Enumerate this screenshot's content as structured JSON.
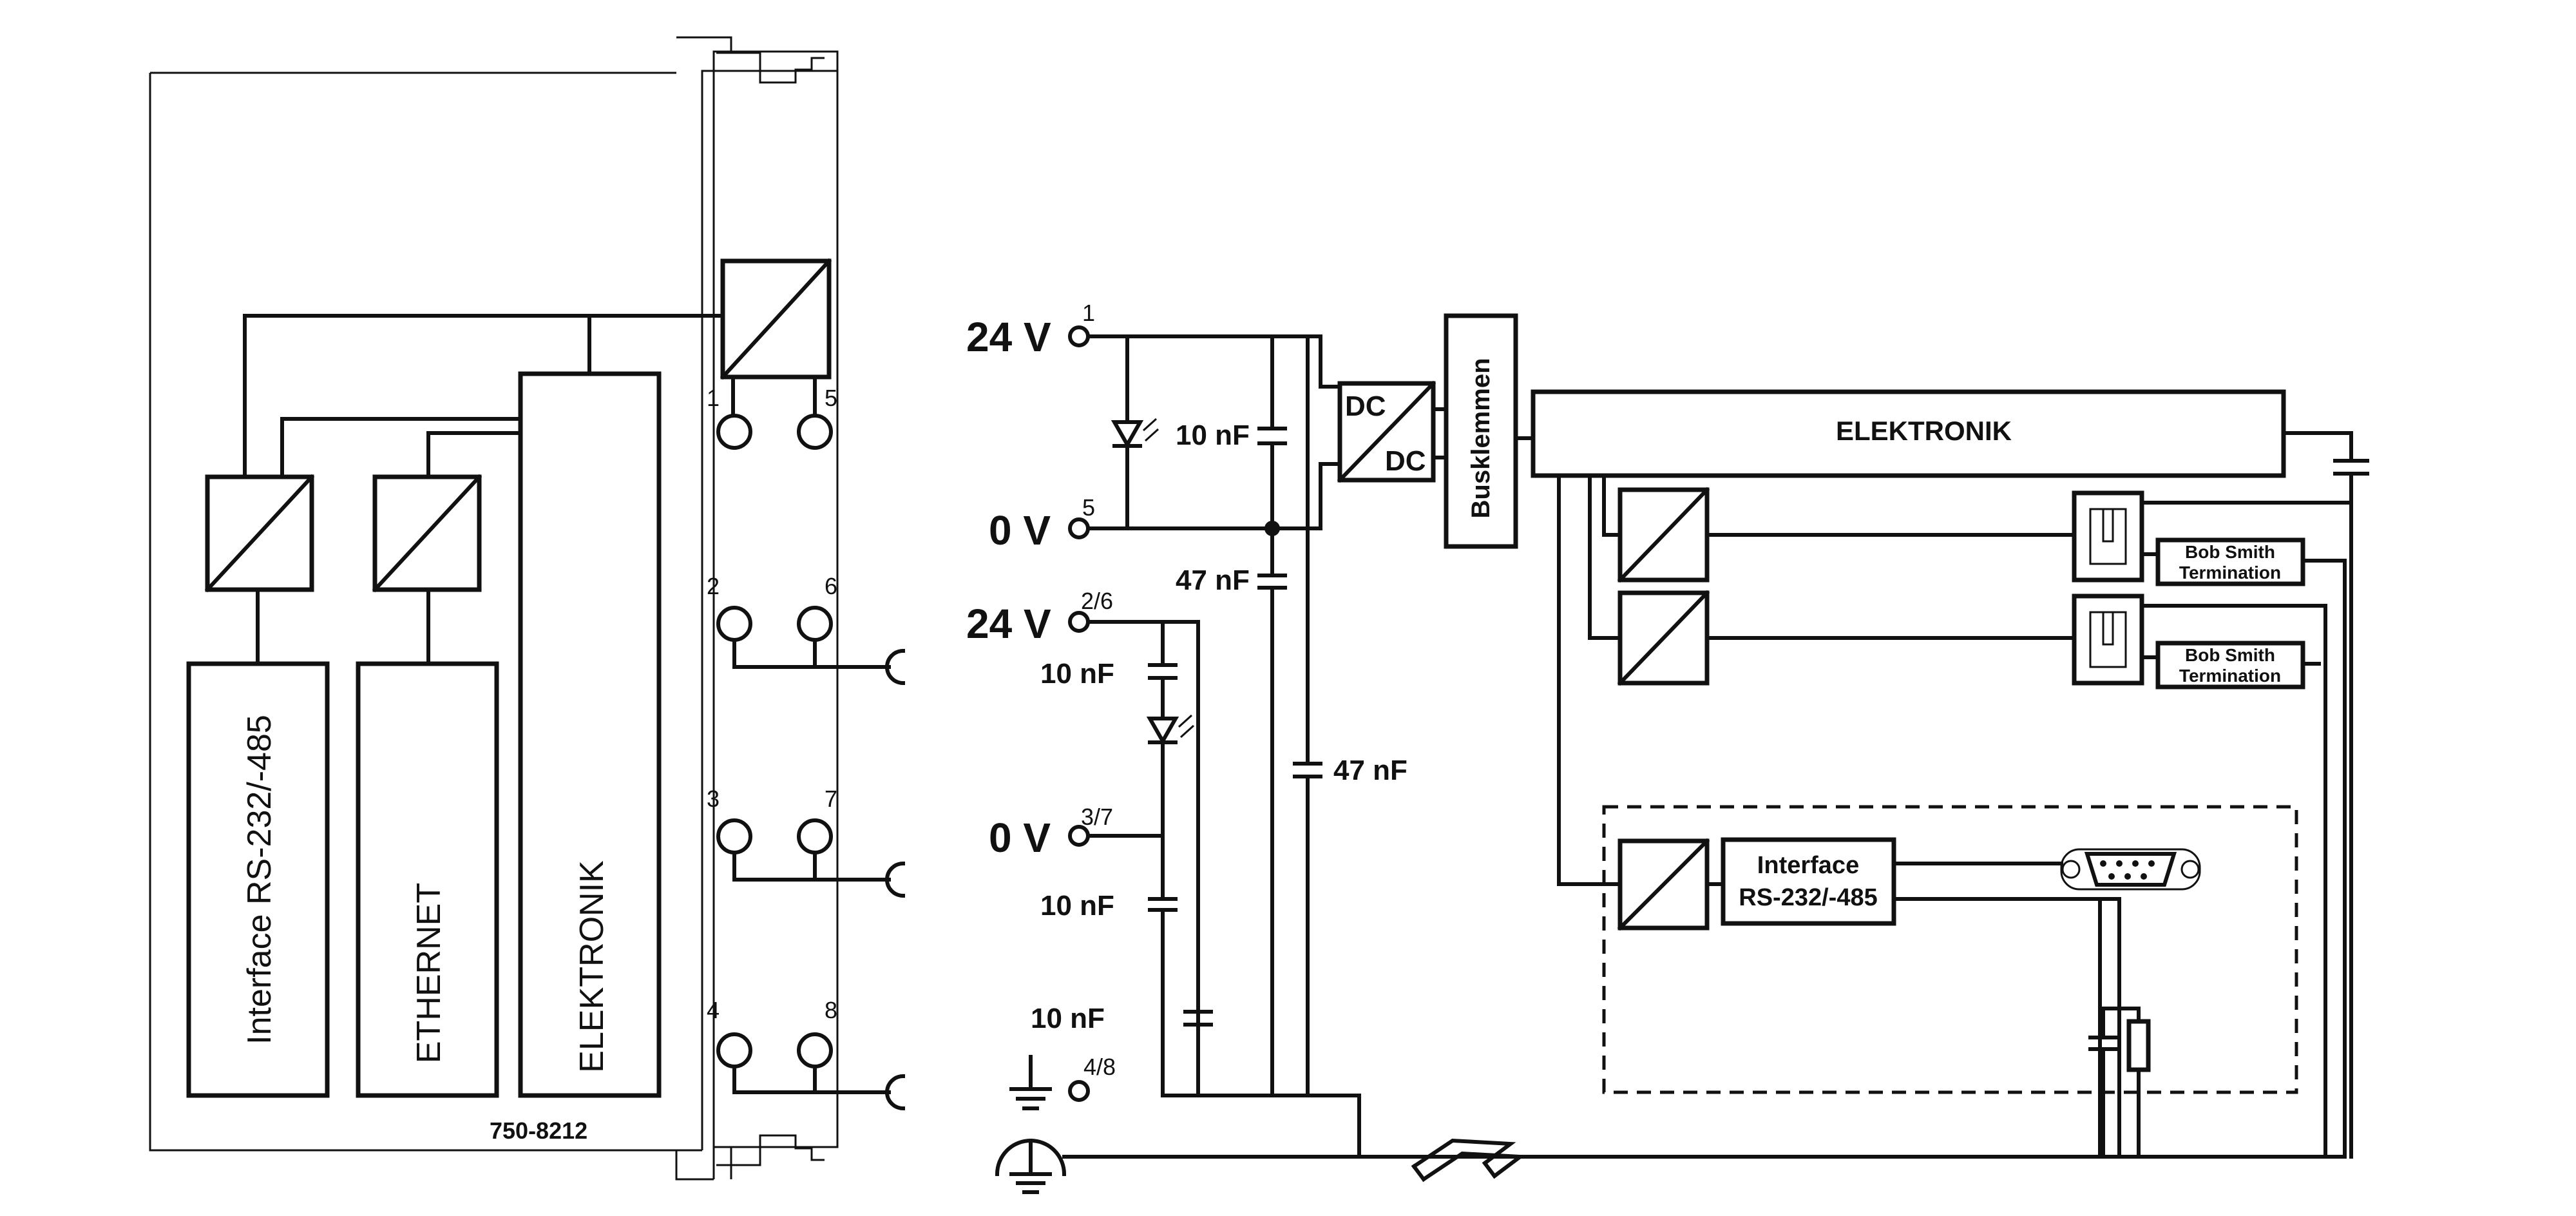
{
  "module": {
    "part_number": "750-8212",
    "blocks": [
      "Interface RS-232/-485",
      "ETHERNET",
      "ELEKTRONIK"
    ],
    "terminal_numbers": [
      "1",
      "5",
      "2",
      "6",
      "3",
      "7",
      "4",
      "8"
    ]
  },
  "schematic": {
    "supply_labels": [
      "24 V",
      "0 V",
      "24 V",
      "0 V"
    ],
    "pin_labels": [
      "1",
      "5",
      "2/6",
      "3/7",
      "4/8"
    ],
    "capacitor_labels": [
      "10 nF",
      "47 nF",
      "10 nF",
      "10 nF",
      "10 nF",
      "47 nF"
    ],
    "dcdc_labels": [
      "DC",
      "DC"
    ],
    "bus_label": "Busklemmen",
    "electronics_label": "ELEKTRONIK",
    "termination_label": [
      "Bob Smith",
      "Termination"
    ],
    "interface_label": [
      "Interface",
      "RS-232/-485"
    ]
  }
}
